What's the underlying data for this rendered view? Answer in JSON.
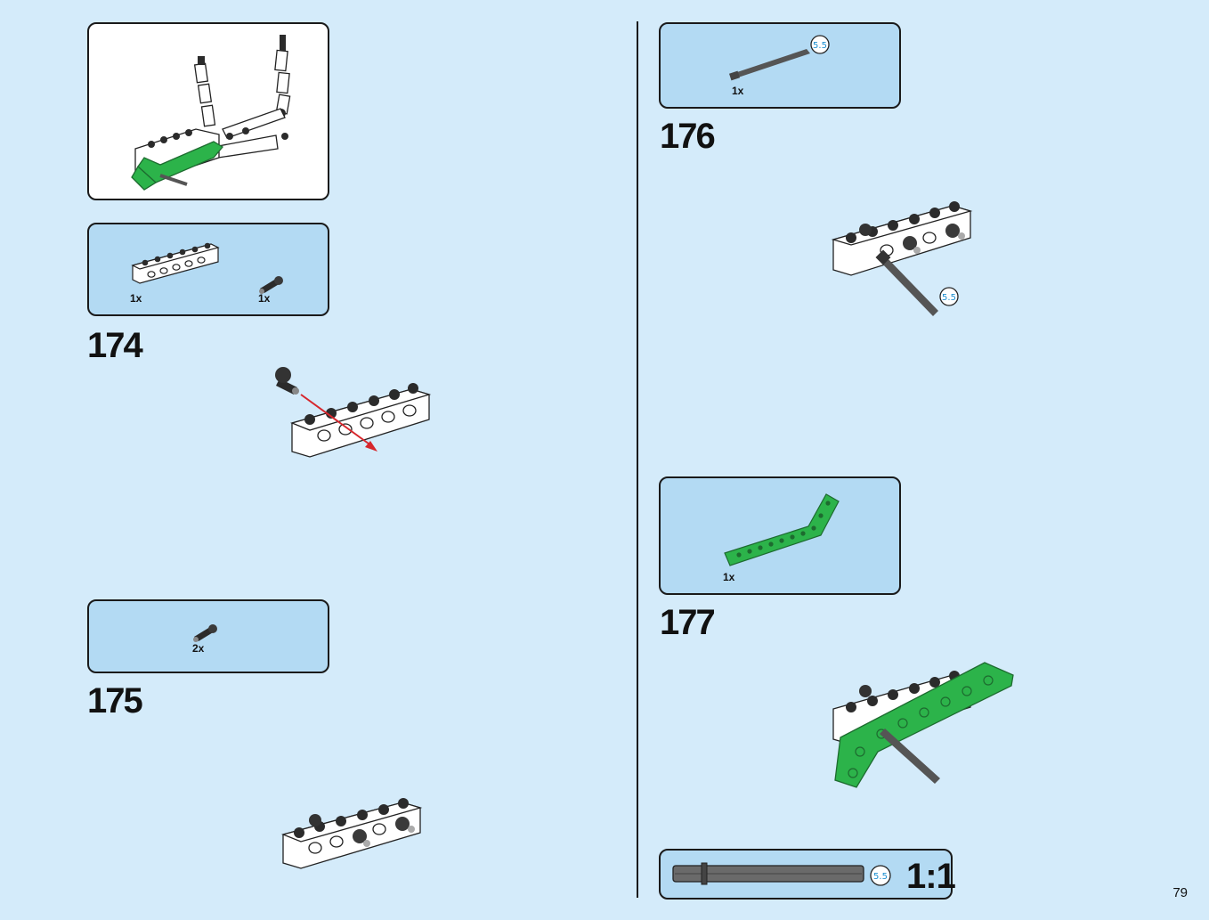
{
  "page": {
    "number": "79"
  },
  "colors": {
    "background": "#d4ebfa",
    "callout": "#b3daf3",
    "brick_white": "#ffffff",
    "part_black": "#2b2b2b",
    "part_green": "#2cb34a",
    "axle_gray": "#555555",
    "arrow_red": "#d6262c",
    "length_badge": "#1b8fd0"
  },
  "steps": {
    "s174": {
      "number": "174",
      "parts": [
        {
          "qty": "1x",
          "icon": "technic-brick-1x6-white-icon"
        },
        {
          "qty": "1x",
          "icon": "friction-pin-black-icon"
        }
      ]
    },
    "s175": {
      "number": "175",
      "parts": [
        {
          "qty": "2x",
          "icon": "friction-pin-black-icon"
        }
      ]
    },
    "s176": {
      "number": "176",
      "parts": [
        {
          "qty": "1x",
          "icon": "axle-5-5-with-stop-icon",
          "length": "5.5"
        }
      ]
    },
    "s177": {
      "number": "177",
      "parts": [
        {
          "qty": "1x",
          "icon": "liftarm-bent-green-icon"
        }
      ]
    }
  },
  "scale_reference": {
    "length": "5.5",
    "label": "1:1"
  },
  "preview": {
    "icon": "dragon-submodel-preview-icon"
  },
  "axle_badge": {
    "length": "5.5"
  }
}
